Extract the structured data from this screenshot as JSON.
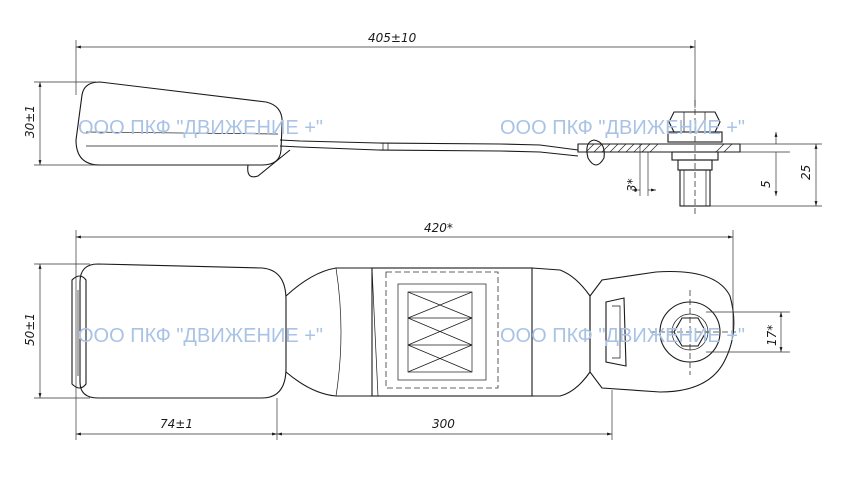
{
  "dimensions": {
    "overall_length": "405±10",
    "buckle_height": "30±1",
    "total_length": "420*",
    "buckle_width": "50±1",
    "buckle_length": "74±1",
    "strap_length": "300",
    "plate_thickness": "3*",
    "bolt_dim": "5",
    "bolt_height": "25",
    "hole_dim": "17*"
  },
  "watermark": {
    "text": "ООО ПКФ \"ДВИЖЕНИЕ +\""
  },
  "colors": {
    "line": "#1a1a1a",
    "watermark": "#a9c3e6"
  }
}
